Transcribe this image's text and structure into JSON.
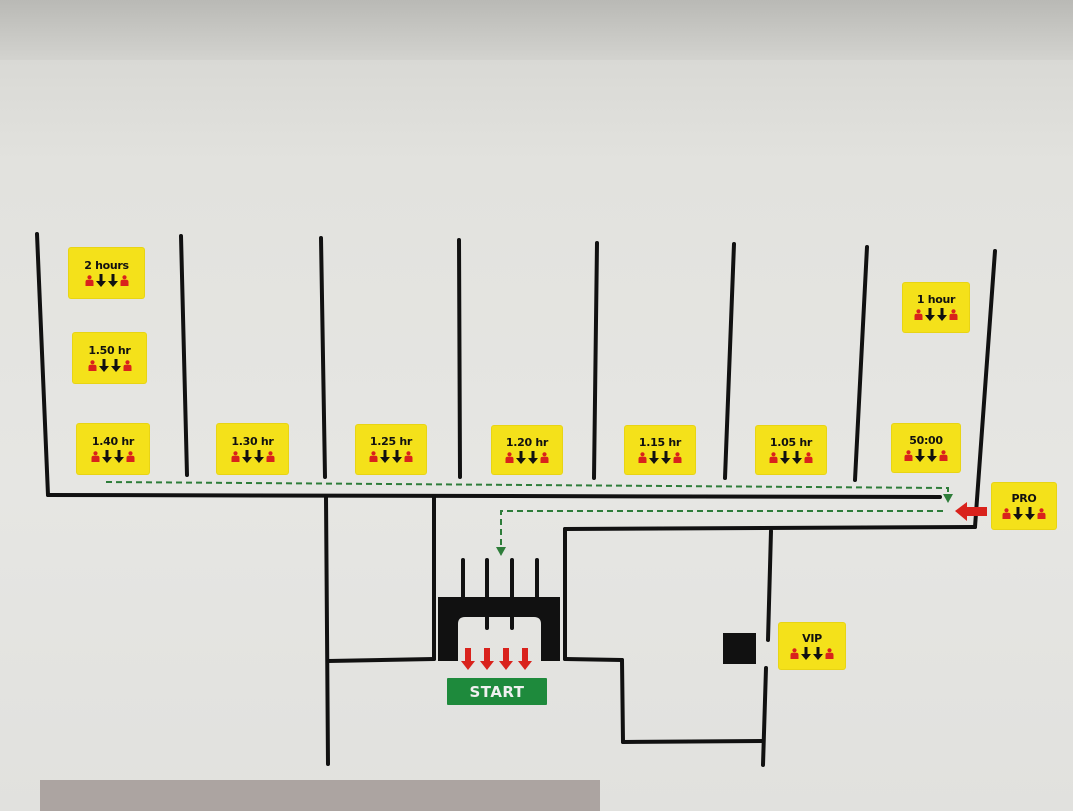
{
  "map": {
    "signs": [
      {
        "id": "2-hours",
        "label": "2 hours"
      },
      {
        "id": "1-50-hr",
        "label": "1.50 hr"
      },
      {
        "id": "1-40-hr",
        "label": "1.40 hr"
      },
      {
        "id": "1-30-hr",
        "label": "1.30 hr"
      },
      {
        "id": "1-25-hr",
        "label": "1.25 hr"
      },
      {
        "id": "1-20-hr",
        "label": "1.20 hr"
      },
      {
        "id": "1-15-hr",
        "label": "1.15 hr"
      },
      {
        "id": "1-05-hr",
        "label": "1.05 hr"
      },
      {
        "id": "1-hour",
        "label": "1 hour"
      },
      {
        "id": "50-00",
        "label": "50:00"
      },
      {
        "id": "pro",
        "label": "PRO"
      },
      {
        "id": "vip",
        "label": "VIP"
      }
    ],
    "start_label": "START",
    "colors": {
      "sign": "#f4e11a",
      "wall": "#111111",
      "path": "#2e7d3a",
      "person": "#d9221c",
      "arrow": "#111111",
      "start": "#1e8a3c",
      "entry_arrow": "#d9221c"
    },
    "icons": [
      "person-icon",
      "arrow-down-icon",
      "arrow-down-icon",
      "person-icon"
    ]
  }
}
